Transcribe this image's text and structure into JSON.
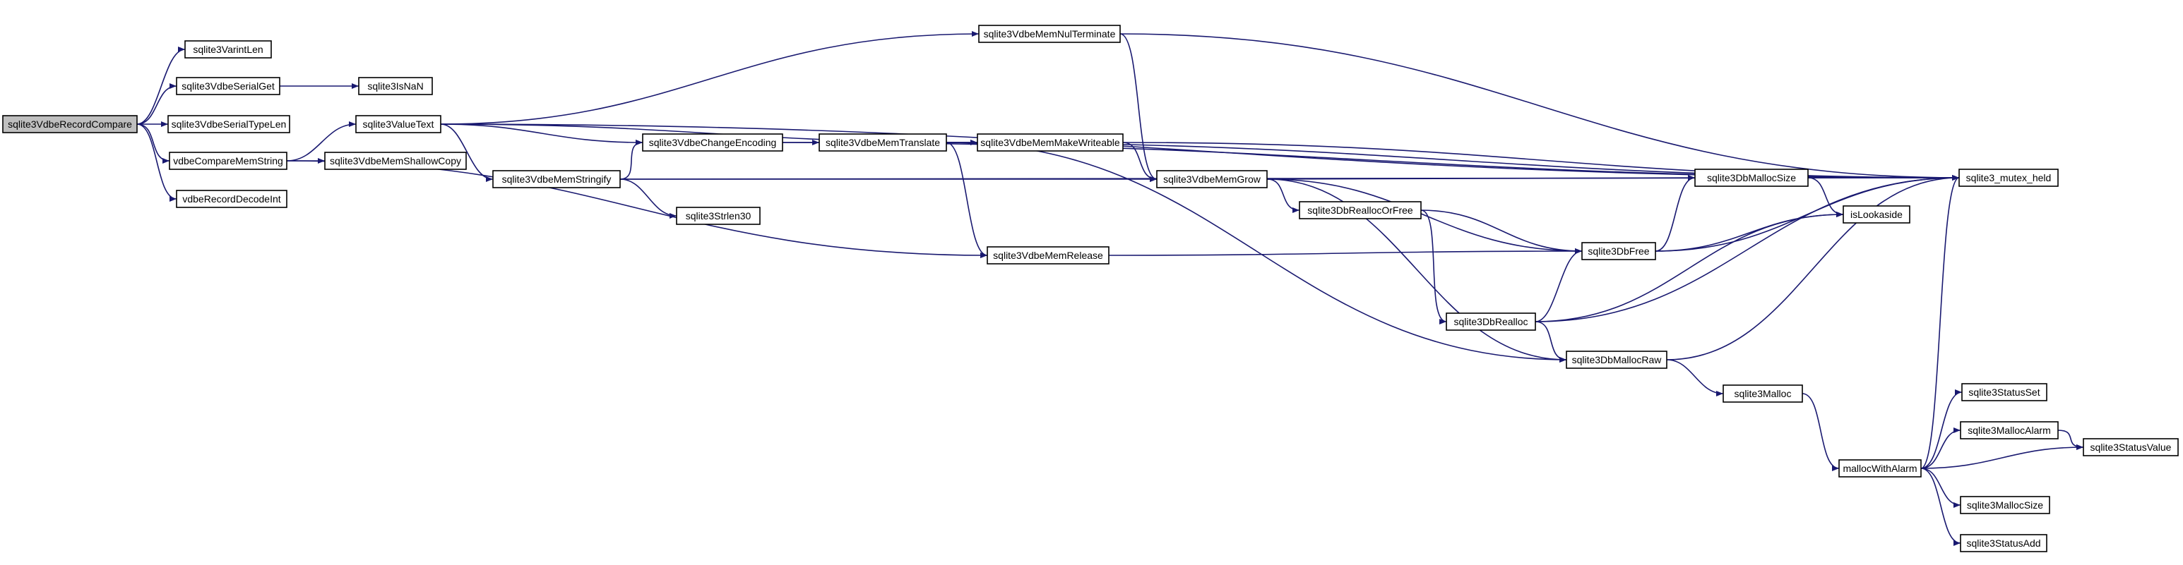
{
  "colors": {
    "edge": "#191970",
    "node_fill": "#ffffff",
    "root_fill": "#bfbfbf",
    "node_border": "#000000"
  },
  "nodes": [
    {
      "id": "rc",
      "label": "sqlite3VdbeRecordCompare",
      "root": true
    },
    {
      "id": "varint",
      "label": "sqlite3VarintLen"
    },
    {
      "id": "serialget",
      "label": "sqlite3VdbeSerialGet"
    },
    {
      "id": "serialtype",
      "label": "sqlite3VdbeSerialTypeLen"
    },
    {
      "id": "cmpstr",
      "label": "vdbeCompareMemString"
    },
    {
      "id": "decodeint",
      "label": "vdbeRecordDecodeInt"
    },
    {
      "id": "isnan",
      "label": "sqlite3IsNaN"
    },
    {
      "id": "valuetext",
      "label": "sqlite3ValueText"
    },
    {
      "id": "shallow",
      "label": "sqlite3VdbeMemShallowCopy"
    },
    {
      "id": "stringify",
      "label": "sqlite3VdbeMemStringify"
    },
    {
      "id": "strlen",
      "label": "sqlite3Strlen30"
    },
    {
      "id": "changeenc",
      "label": "sqlite3VdbeChangeEncoding"
    },
    {
      "id": "translate",
      "label": "sqlite3VdbeMemTranslate"
    },
    {
      "id": "nulterm",
      "label": "sqlite3VdbeMemNulTerminate"
    },
    {
      "id": "makewrite",
      "label": "sqlite3VdbeMemMakeWriteable"
    },
    {
      "id": "memgrow",
      "label": "sqlite3VdbeMemGrow"
    },
    {
      "id": "release",
      "label": "sqlite3VdbeMemRelease"
    },
    {
      "id": "reallocfree",
      "label": "sqlite3DbReallocOrFree"
    },
    {
      "id": "dbfree",
      "label": "sqlite3DbFree"
    },
    {
      "id": "dbrealloc",
      "label": "sqlite3DbRealloc"
    },
    {
      "id": "mallocraw",
      "label": "sqlite3DbMallocRaw"
    },
    {
      "id": "mallocsize",
      "label": "sqlite3DbMallocSize"
    },
    {
      "id": "lookaside",
      "label": "isLookaside"
    },
    {
      "id": "mutex",
      "label": "sqlite3_mutex_held"
    },
    {
      "id": "malloc",
      "label": "sqlite3Malloc"
    },
    {
      "id": "withalarm",
      "label": "mallocWithAlarm"
    },
    {
      "id": "statusset",
      "label": "sqlite3StatusSet"
    },
    {
      "id": "mallocalarm",
      "label": "sqlite3MallocAlarm"
    },
    {
      "id": "statusvalue",
      "label": "sqlite3StatusValue"
    },
    {
      "id": "msize",
      "label": "sqlite3MallocSize"
    },
    {
      "id": "statusadd",
      "label": "sqlite3StatusAdd"
    }
  ],
  "edges": [
    [
      "rc",
      "varint"
    ],
    [
      "rc",
      "serialget"
    ],
    [
      "rc",
      "serialtype"
    ],
    [
      "rc",
      "cmpstr"
    ],
    [
      "rc",
      "decodeint"
    ],
    [
      "serialget",
      "isnan"
    ],
    [
      "cmpstr",
      "valuetext"
    ],
    [
      "cmpstr",
      "shallow"
    ],
    [
      "cmpstr",
      "release"
    ],
    [
      "valuetext",
      "mutex"
    ],
    [
      "valuetext",
      "nulterm"
    ],
    [
      "valuetext",
      "changeenc"
    ],
    [
      "valuetext",
      "makewrite"
    ],
    [
      "valuetext",
      "stringify"
    ],
    [
      "stringify",
      "changeenc"
    ],
    [
      "stringify",
      "memgrow"
    ],
    [
      "stringify",
      "strlen"
    ],
    [
      "stringify",
      "mutex"
    ],
    [
      "changeenc",
      "mutex"
    ],
    [
      "changeenc",
      "translate"
    ],
    [
      "translate",
      "mutex"
    ],
    [
      "translate",
      "makewrite"
    ],
    [
      "translate",
      "release"
    ],
    [
      "translate",
      "mallocraw"
    ],
    [
      "nulterm",
      "mutex"
    ],
    [
      "nulterm",
      "memgrow"
    ],
    [
      "makewrite",
      "mutex"
    ],
    [
      "makewrite",
      "memgrow"
    ],
    [
      "memgrow",
      "mallocsize"
    ],
    [
      "memgrow",
      "dbfree"
    ],
    [
      "memgrow",
      "reallocfree"
    ],
    [
      "memgrow",
      "mallocraw"
    ],
    [
      "release",
      "dbfree"
    ],
    [
      "reallocfree",
      "dbfree"
    ],
    [
      "reallocfree",
      "dbrealloc"
    ],
    [
      "dbrealloc",
      "dbfree"
    ],
    [
      "dbrealloc",
      "lookaside"
    ],
    [
      "dbrealloc",
      "mutex"
    ],
    [
      "dbrealloc",
      "mallocraw"
    ],
    [
      "dbfree",
      "mallocsize"
    ],
    [
      "dbfree",
      "lookaside"
    ],
    [
      "dbfree",
      "mutex"
    ],
    [
      "mallocsize",
      "mutex"
    ],
    [
      "mallocsize",
      "lookaside"
    ],
    [
      "mallocraw",
      "mutex"
    ],
    [
      "mallocraw",
      "malloc"
    ],
    [
      "malloc",
      "withalarm"
    ],
    [
      "withalarm",
      "mutex"
    ],
    [
      "withalarm",
      "statusset"
    ],
    [
      "withalarm",
      "mallocalarm"
    ],
    [
      "withalarm",
      "statusvalue"
    ],
    [
      "withalarm",
      "msize"
    ],
    [
      "withalarm",
      "statusadd"
    ],
    [
      "mallocalarm",
      "statusvalue"
    ]
  ]
}
